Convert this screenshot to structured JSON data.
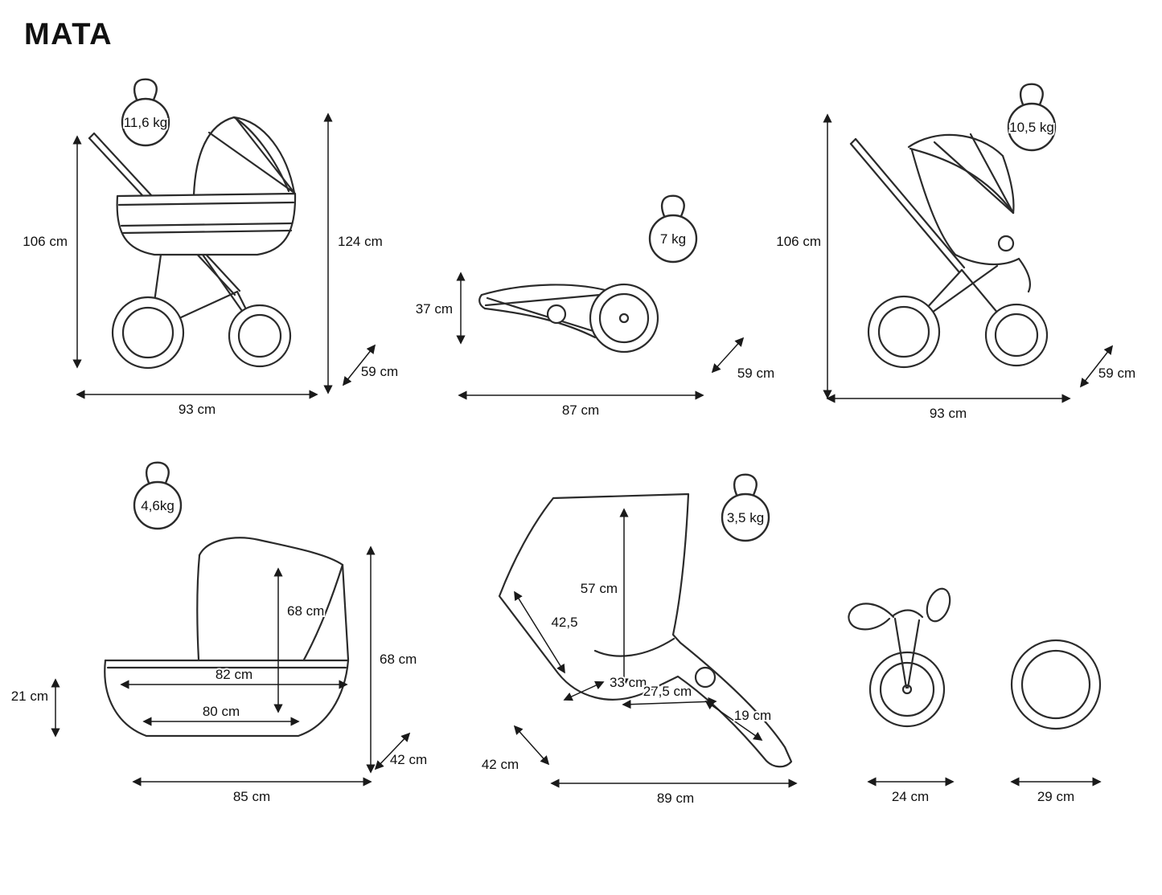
{
  "brand": "MATA",
  "pram": {
    "weight": "11,6 kg",
    "height": "106 cm",
    "handle_height": "124 cm",
    "depth": "59 cm",
    "length": "93 cm"
  },
  "folded": {
    "weight": "7 kg",
    "height": "37 cm",
    "depth": "59 cm",
    "length": "87 cm"
  },
  "pushchair": {
    "weight": "10,5 kg",
    "height": "106 cm",
    "depth": "59 cm",
    "length": "93 cm"
  },
  "carrycot": {
    "weight": "4,6kg",
    "inner_height": "68 cm",
    "height": "68 cm",
    "side_height": "21 cm",
    "inner_length": "82 cm",
    "base_length": "80 cm",
    "length": "85 cm",
    "width": "42 cm"
  },
  "seat": {
    "weight": "3,5 kg",
    "backrest_height": "57 cm",
    "backrest_length": "42,5",
    "seat_depth": "33 cm",
    "seat_length": "27,5 cm",
    "legrest_length": "19 cm",
    "width": "42 cm",
    "length": "89 cm"
  },
  "wheels": {
    "front_diameter": "24 cm",
    "rear_diameter": "29 cm"
  }
}
